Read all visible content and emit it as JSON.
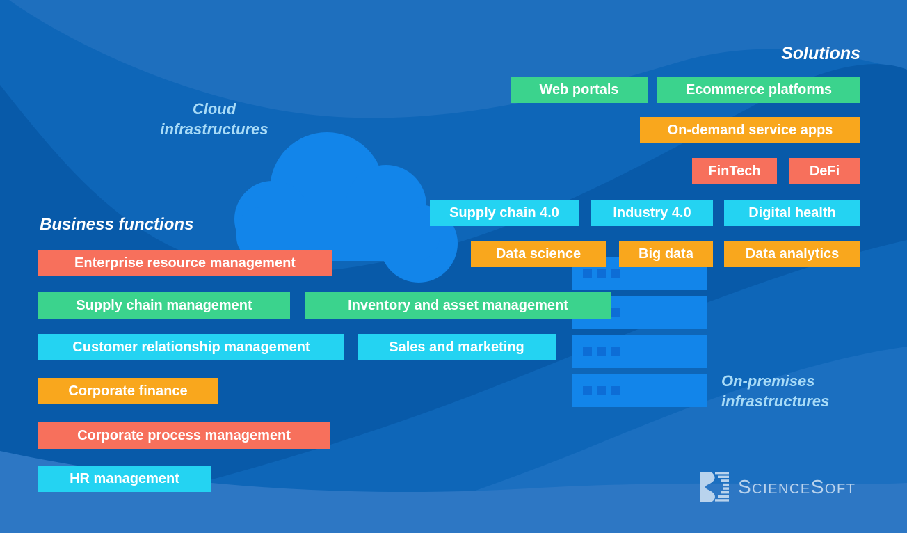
{
  "headings": {
    "solutions": "Solutions",
    "business_functions": "Business functions"
  },
  "infrastructure_labels": {
    "cloud": {
      "line1": "Cloud",
      "line2": "infrastructures"
    },
    "on_premises": {
      "line1": "On-premises",
      "line2": "infrastructures"
    }
  },
  "solutions": {
    "items": [
      {
        "label": "Web portals",
        "color": "green"
      },
      {
        "label": "Ecommerce platforms",
        "color": "green"
      },
      {
        "label": "On-demand service apps",
        "color": "orange"
      },
      {
        "label": "FinTech",
        "color": "coral"
      },
      {
        "label": "DeFi",
        "color": "coral"
      },
      {
        "label": "Supply chain 4.0",
        "color": "cyan"
      },
      {
        "label": "Industry 4.0",
        "color": "cyan"
      },
      {
        "label": "Digital health",
        "color": "cyan"
      },
      {
        "label": "Data science",
        "color": "orange"
      },
      {
        "label": "Big data",
        "color": "orange"
      },
      {
        "label": "Data analytics",
        "color": "orange"
      }
    ]
  },
  "business_functions": {
    "items": [
      {
        "label": "Enterprise resource management",
        "color": "coral"
      },
      {
        "label": "Supply chain management",
        "color": "green"
      },
      {
        "label": "Inventory and asset management",
        "color": "green"
      },
      {
        "label": "Customer relationship management",
        "color": "cyan"
      },
      {
        "label": "Sales and marketing",
        "color": "cyan"
      },
      {
        "label": "Corporate finance",
        "color": "orange"
      },
      {
        "label": "Corporate process management",
        "color": "coral"
      },
      {
        "label": "HR management",
        "color": "cyan"
      }
    ]
  },
  "branding": {
    "logo_text": "ScienceSoft",
    "logo_icon": "sciencesoft-s-mark"
  },
  "icons": {
    "cloud": "cloud-icon",
    "server": "server-icon"
  },
  "colors": {
    "background_base": "#0e66b8",
    "background_dark_band": "#085aa9",
    "background_light_top": "#1e6fbe",
    "background_mid_bottom": "#1b6fc0",
    "background_light_bottom": "#2d77c4",
    "box_green": "#3bd38d",
    "box_orange": "#f9a71d",
    "box_coral": "#f7705c",
    "box_cyan": "#24d3f2",
    "box_text": "#ffffff",
    "device_blue": "#1285ea",
    "device_dot_blue": "#0d6dd6",
    "infra_label_blue": "#a8dbf7",
    "heading_white": "#ffffff",
    "logo_light_blue": "#b9d3ed"
  }
}
